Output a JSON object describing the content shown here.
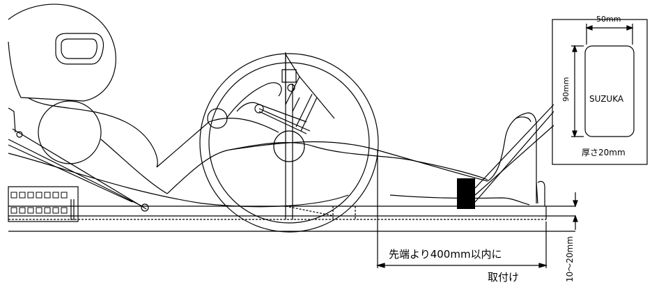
{
  "labels": {
    "width_dim": "50mm",
    "height_dim": "90mm",
    "plate_text": "SUZUKA",
    "thickness": "厚さ20mm",
    "mount_line1": "先端より400mm以内に",
    "mount_line2": "取付け",
    "gap_dim": "10〜20mm"
  },
  "colors": {
    "line": "#000000",
    "background": "#ffffff"
  }
}
